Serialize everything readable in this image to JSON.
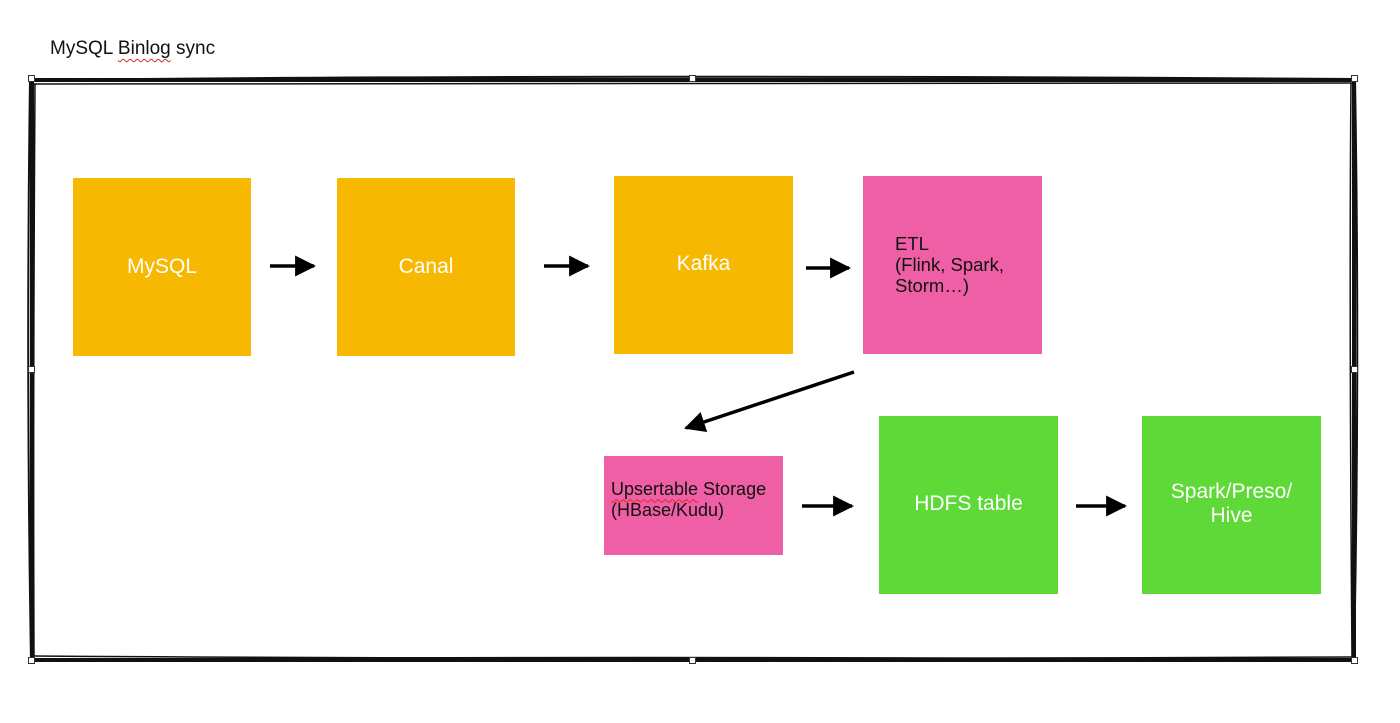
{
  "caption": {
    "text_before": "MySQL ",
    "text_flagged": "Binlog",
    "text_after": " sync"
  },
  "nodes": {
    "mysql": {
      "label": "MySQL",
      "color": "#f7b801"
    },
    "canal": {
      "label": "Canal",
      "color": "#f7b801"
    },
    "kafka": {
      "label": "Kafka",
      "color": "#f7b801"
    },
    "etl": {
      "lines": [
        "ETL",
        "(Flink, Spark,",
        "Storm…)"
      ],
      "color": "#ef5fa6"
    },
    "upsertable_storage": {
      "flagged": "Upsertable",
      "line1_rest": " Storage",
      "line2": "(HBase/Kudu)",
      "color": "#ef5fa6"
    },
    "hdfs_table": {
      "label": "HDFS table",
      "color": "#5fd938"
    },
    "query_engines": {
      "lines": [
        "Spark/Preso/",
        "Hive"
      ],
      "color": "#5fd938"
    }
  },
  "colors": {
    "source_stage": "#f7b801",
    "processing_stage": "#ef5fa6",
    "serving_stage": "#5fd938",
    "arrow": "#000000",
    "spellcheck_underline": "#e0281e"
  }
}
